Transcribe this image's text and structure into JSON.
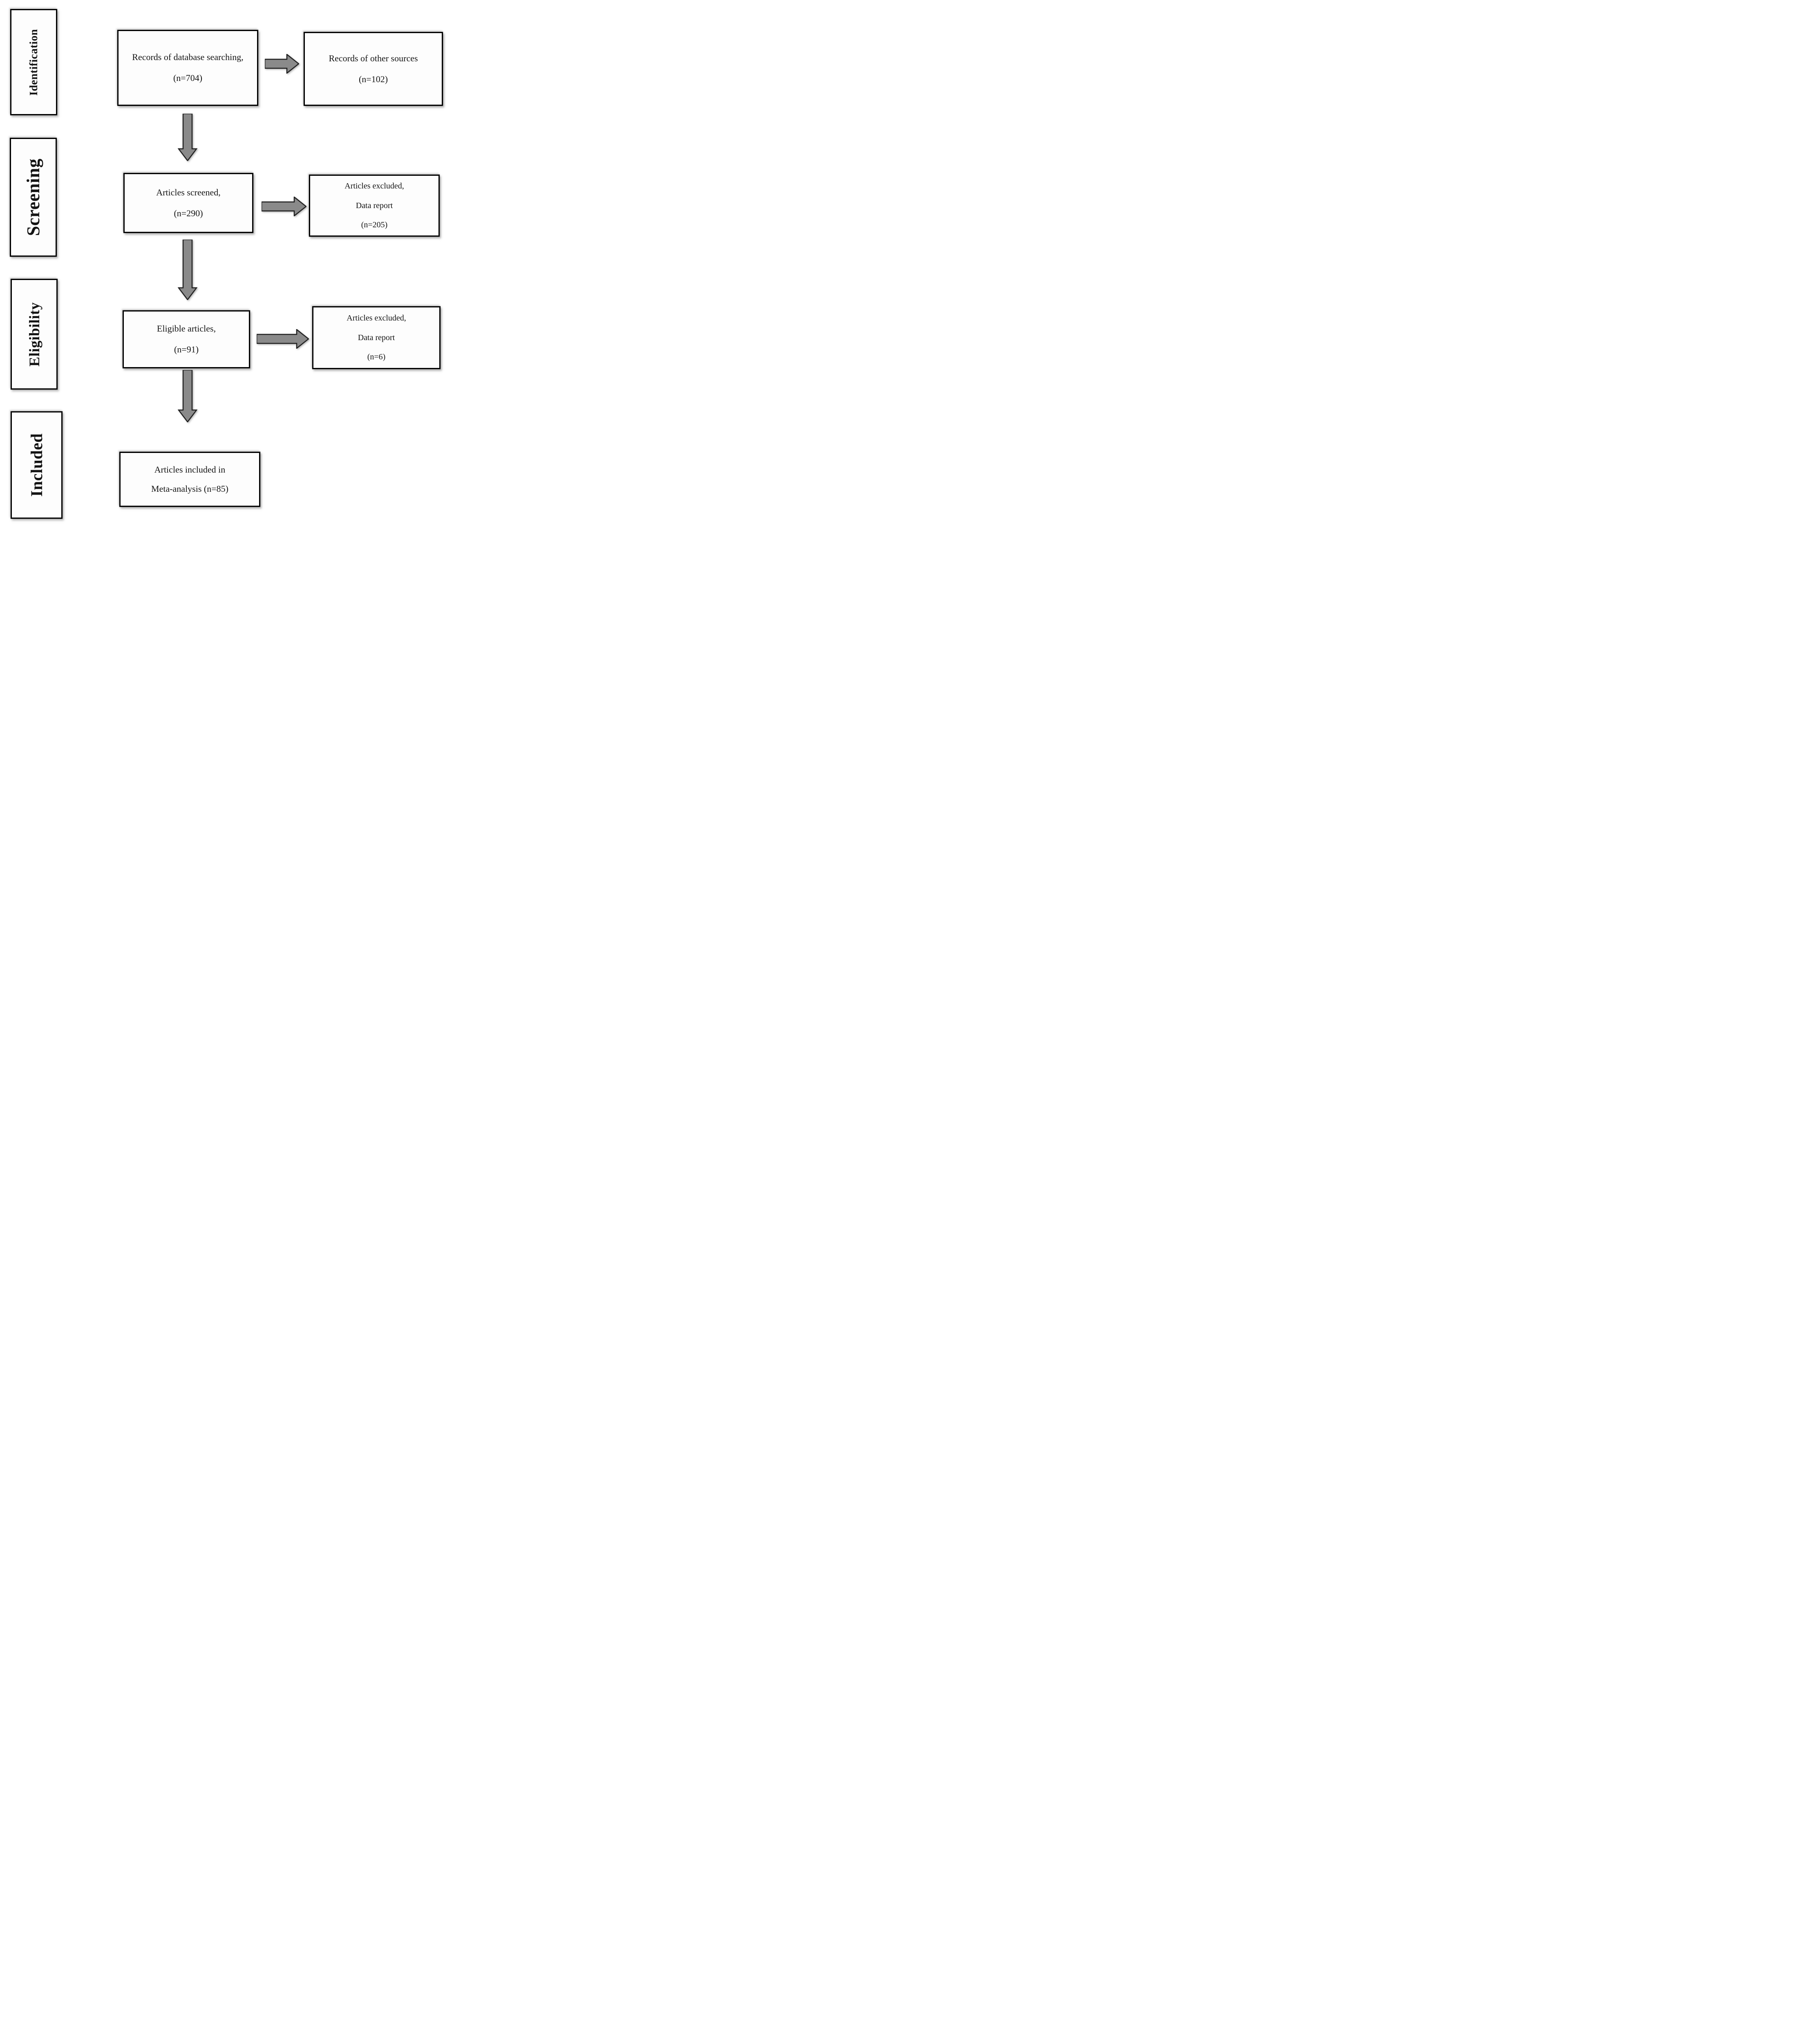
{
  "figure": {
    "type": "prisma-flow-diagram",
    "stages": [
      {
        "label": "Identification"
      },
      {
        "label": "Screening"
      },
      {
        "label": "Eligibility"
      },
      {
        "label": "Included"
      }
    ],
    "boxes": {
      "records_database": {
        "line1": "Records of database searching,",
        "line2": "(n=704)"
      },
      "records_other": {
        "line1": "Records of other sources",
        "line2": "(n=102)"
      },
      "articles_screened": {
        "line1": "Articles screened,",
        "line2": "(n=290)"
      },
      "excluded_screening": {
        "line1": "Articles excluded,",
        "line2": "Data report",
        "line3": "(n=205)"
      },
      "eligible_articles": {
        "line1": "Eligible articles,",
        "line2": "(n=91)"
      },
      "excluded_eligibility": {
        "line1": "Articles excluded,",
        "line2": "Data report",
        "line3": "(n=6)"
      },
      "included_meta": {
        "line1": "Articles included in",
        "line2": "Meta-analysis (n=85)"
      }
    },
    "counts": {
      "database_records": 704,
      "other_sources": 102,
      "screened": 290,
      "excluded_at_screening": 205,
      "eligible": 91,
      "excluded_at_eligibility": 6,
      "included_in_meta_analysis": 85
    },
    "colors": {
      "arrow_fill": "#8a8a8a",
      "arrow_outline": "#1f1f1f",
      "box_border": "#000000",
      "background": "#ffffff",
      "text": "#141414"
    }
  }
}
